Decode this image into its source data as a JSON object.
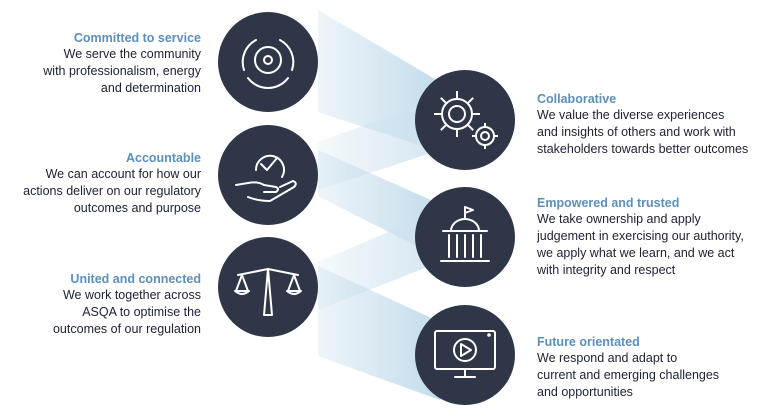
{
  "colors": {
    "circle": "#2f3648",
    "accent": "#5d8fb8",
    "text": "#1c2233",
    "beam": "#cfe3ef"
  },
  "values": [
    {
      "title": "Committed to service",
      "description": "We serve the community with professionalism, energy and determination",
      "lines": [
        "We serve the community",
        "with professionalism, energy",
        "and determination"
      ],
      "icon": "target-icon"
    },
    {
      "title": "Accountable",
      "description": "We can account for how our actions deliver on our regulatory outcomes and purpose",
      "lines": [
        "We can account for how our",
        "actions deliver on our regulatory",
        "outcomes and purpose"
      ],
      "icon": "hand-check-icon"
    },
    {
      "title": "United and connected",
      "description": "We work together across ASQA to optimise the outcomes of our regulation",
      "lines": [
        "We work together across",
        "ASQA to optimise the",
        "outcomes of our regulation"
      ],
      "icon": "scales-icon"
    },
    {
      "title": "Collaborative",
      "description": "We value the diverse experiences and insights of others and work with stakeholders towards better outcomes",
      "lines": [
        "We value the diverse experiences",
        "and insights of others and work with",
        "stakeholders towards better outcomes"
      ],
      "icon": "gears-icon"
    },
    {
      "title": "Empowered and trusted",
      "description": "We take ownership and apply judgement in exercising our authority, we apply what we learn, and we act with integrity and respect",
      "lines": [
        "We take ownership and apply",
        "judgement in exercising our authority,",
        "we apply what we learn, and we act",
        "with integrity and respect"
      ],
      "icon": "building-icon"
    },
    {
      "title": "Future orientated",
      "description": "We respond and adapt to current and emerging challenges and opportunities",
      "lines": [
        "We respond and adapt to",
        "current and emerging challenges",
        "and opportunities"
      ],
      "icon": "video-screen-icon"
    }
  ]
}
